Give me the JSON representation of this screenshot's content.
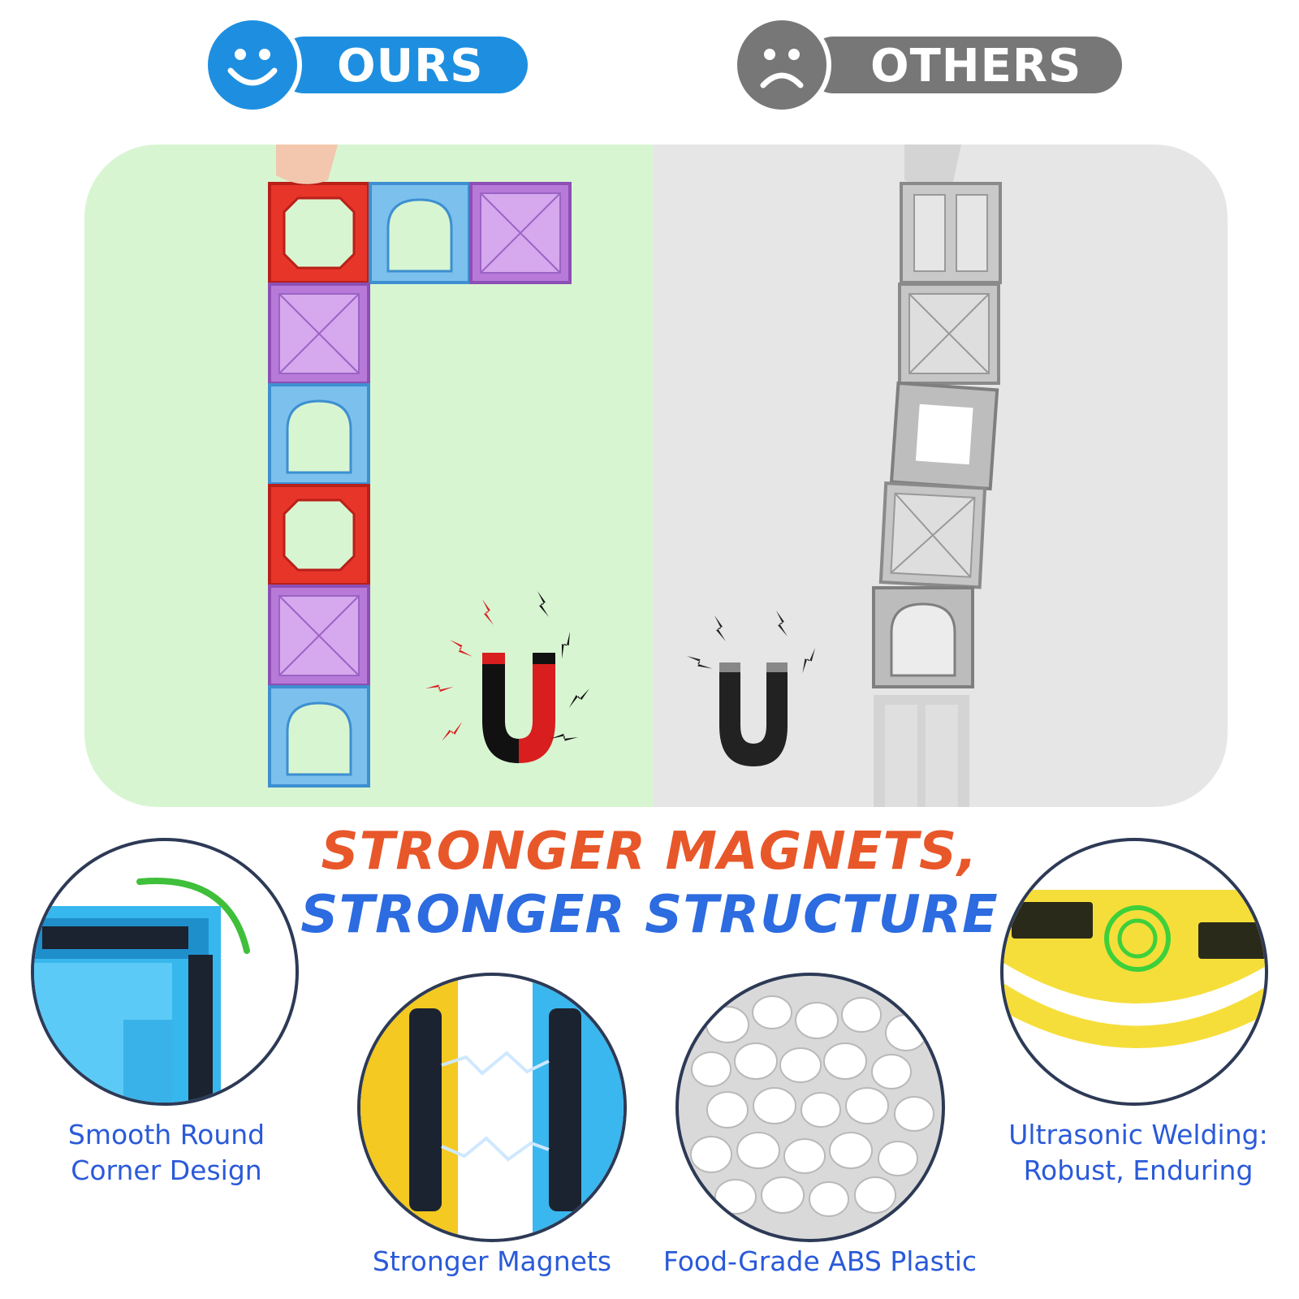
{
  "badges": {
    "ours": {
      "label": "OURS",
      "color": "#1e8fe0"
    },
    "others": {
      "label": "OTHERS",
      "color": "#777777"
    }
  },
  "headline": {
    "line1": "STRONGER MAGNETS,",
    "line2": "STRONGER STRUCTURE",
    "line1_color": "#e8572a",
    "line2_color": "#2c6be0"
  },
  "features": [
    {
      "caption_line1": "Smooth Round",
      "caption_line2": "Corner Design"
    },
    {
      "caption_line1": "Stronger Magnets",
      "caption_line2": ""
    },
    {
      "caption_line1": "Food-Grade ABS Plastic",
      "caption_line2": ""
    },
    {
      "caption_line1": "Ultrasonic Welding:",
      "caption_line2": "Robust, Enduring"
    }
  ],
  "colors": {
    "tile_red": "#e8352a",
    "tile_blue": "#4aa6e6",
    "tile_purple": "#b77ad8",
    "ours_bg": "#d8f5d2",
    "others_bg": "#e6e6e6"
  }
}
